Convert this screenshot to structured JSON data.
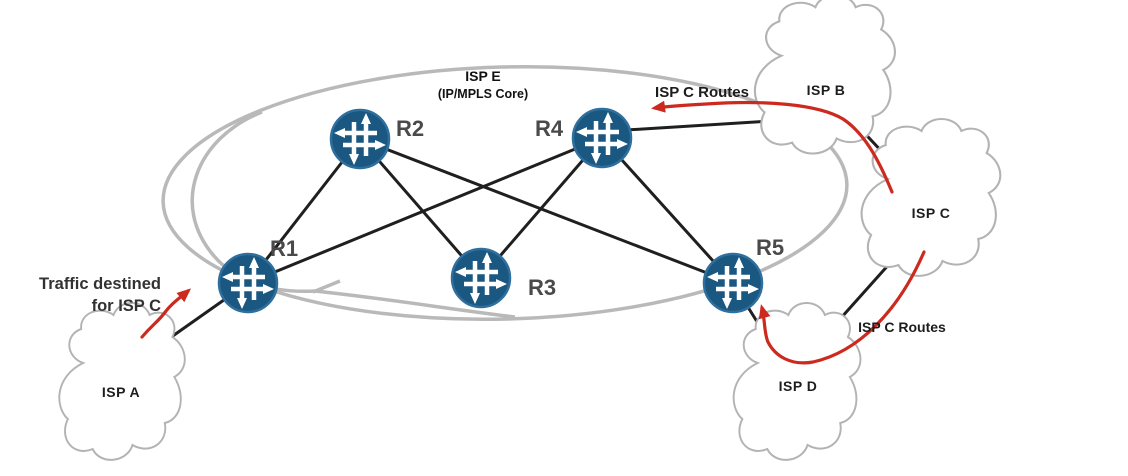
{
  "core": {
    "label": "ISP E",
    "sublabel": "(IP/MPLS Core)"
  },
  "routers": [
    {
      "id": "r1",
      "label": "R1"
    },
    {
      "id": "r2",
      "label": "R2"
    },
    {
      "id": "r3",
      "label": "R3"
    },
    {
      "id": "r4",
      "label": "R4"
    },
    {
      "id": "r5",
      "label": "R5"
    }
  ],
  "clouds": [
    {
      "id": "isp-a",
      "label": "ISP A"
    },
    {
      "id": "isp-b",
      "label": "ISP B"
    },
    {
      "id": "isp-c",
      "label": "ISP C"
    },
    {
      "id": "isp-d",
      "label": "ISP D"
    }
  ],
  "annotations": {
    "traffic_line1": "Traffic destined",
    "traffic_line2": "for ISP C",
    "routes_top": "ISP C Routes",
    "routes_bottom": "ISP C Routes"
  },
  "links": [
    {
      "from": "ISP A",
      "to": "R1"
    },
    {
      "from": "R1",
      "to": "R2"
    },
    {
      "from": "R1",
      "to": "R4"
    },
    {
      "from": "R2",
      "to": "R3"
    },
    {
      "from": "R2",
      "to": "R5"
    },
    {
      "from": "R3",
      "to": "R4"
    },
    {
      "from": "R4",
      "to": "R5"
    },
    {
      "from": "R4",
      "to": "ISP B"
    },
    {
      "from": "ISP B",
      "to": "ISP C"
    },
    {
      "from": "ISP C",
      "to": "ISP D"
    },
    {
      "from": "R5",
      "to": "ISP D"
    }
  ],
  "flows": [
    {
      "label": "Traffic destined for ISP C",
      "from": "ISP A",
      "to": "R1"
    },
    {
      "label": "ISP C Routes",
      "from": "ISP C",
      "to": "R4"
    },
    {
      "label": "ISP C Routes",
      "from": "ISP C",
      "to": "R5"
    }
  ],
  "colors": {
    "router_fill": "#1a5781",
    "router_ring": "#2e6f9e",
    "link_line": "#1f1f1f",
    "core_ellipse": "#b9b9b9",
    "route_highlight": "#cc2a1f",
    "cloud_outline": "#b3b3b3",
    "label_text": "#1d1d1d",
    "router_label": "#4a4a4a"
  }
}
